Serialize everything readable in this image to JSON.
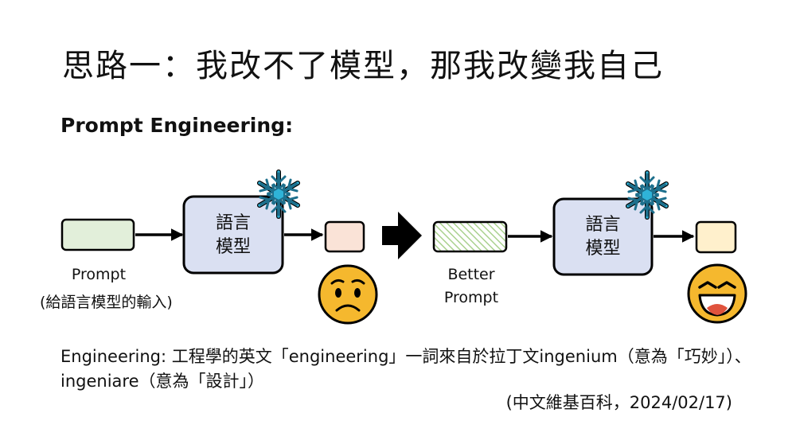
{
  "slide": {
    "title": "思路一：我改不了模型，那我改變我自己",
    "subtitle": "Prompt Engineering:"
  },
  "diagram": {
    "left": {
      "input_label": "Prompt",
      "input_note": "(給語言模型的輸入)",
      "model_line1": "語言",
      "model_line2": "模型",
      "frozen_icon": "snowflake-icon",
      "reaction_icon": "worried-face-icon"
    },
    "right": {
      "input_label_line1": "Better",
      "input_label_line2": "Prompt",
      "model_line1": "語言",
      "model_line2": "模型",
      "frozen_icon": "snowflake-icon",
      "reaction_icon": "laughing-face-icon"
    },
    "colors": {
      "prompt_box": "#e2efda",
      "model_box": "#dae0f2",
      "output_left": "#fae3d7",
      "output_right": "#fff0cc",
      "snowflake": "#2fb3d8",
      "emoji": "#f5b82e",
      "hatch": "#a9d18e"
    }
  },
  "note": {
    "text": "Engineering: 工程學的英文「engineering」一詞來自於拉丁文ingenium（意為「巧妙」）、ingeniare（意為「設計」）",
    "citation": "(中文維基百科，2024/02/17)"
  }
}
